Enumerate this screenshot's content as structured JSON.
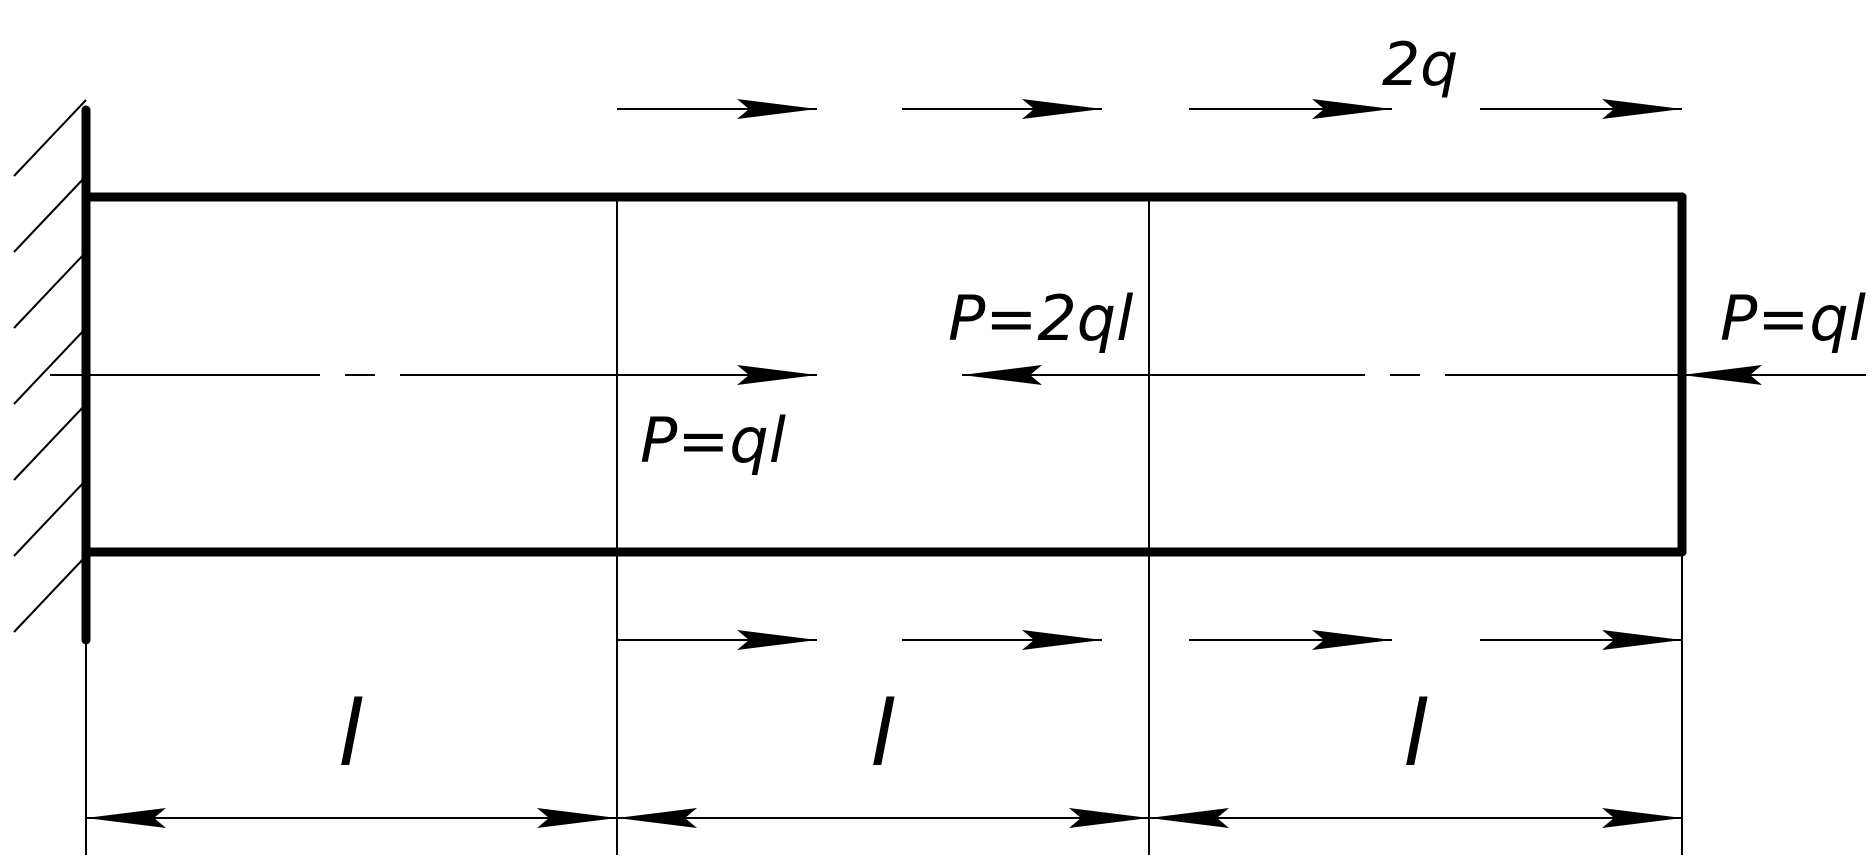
{
  "labels": {
    "distributed_load": "2q",
    "force_middle": "P=2ql",
    "force_left": "P=ql",
    "force_right": "P=ql",
    "segment_1": "l",
    "segment_2": "l",
    "segment_3": "l"
  },
  "colors": {
    "ink": "#000000",
    "background": "#ffffff"
  }
}
